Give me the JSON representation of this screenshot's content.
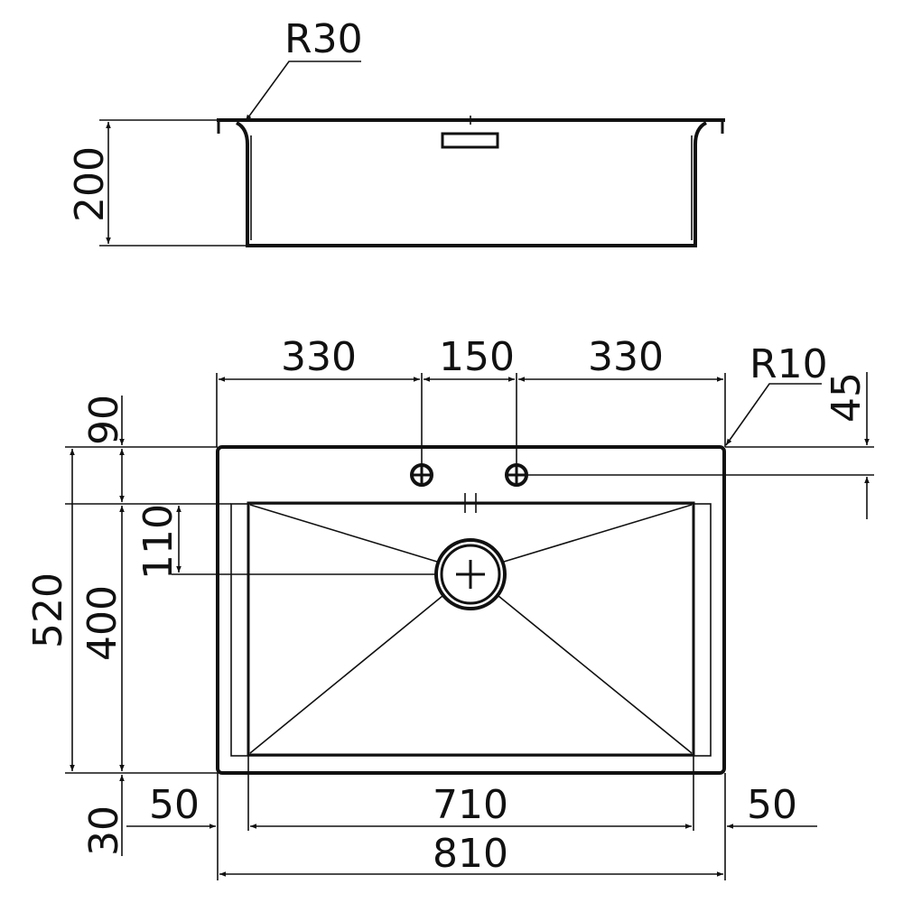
{
  "drawing": {
    "ink_color": "#111111",
    "background_color": "#ffffff",
    "side_view": {
      "radius_label": "R30",
      "height_label": "200"
    },
    "top_view": {
      "width_left_label": "330",
      "width_center_label": "150",
      "width_right_label": "330",
      "corner_radius_label": "R10",
      "tap_offset_label": "45",
      "top_margin_label": "90",
      "overall_depth_label": "520",
      "drain_offset_label": "110",
      "bowl_depth_label": "400",
      "bottom_margin_label": "30",
      "left_margin_label": "50",
      "bowl_width_label": "710",
      "right_margin_label": "50",
      "overall_width_label": "810"
    }
  }
}
